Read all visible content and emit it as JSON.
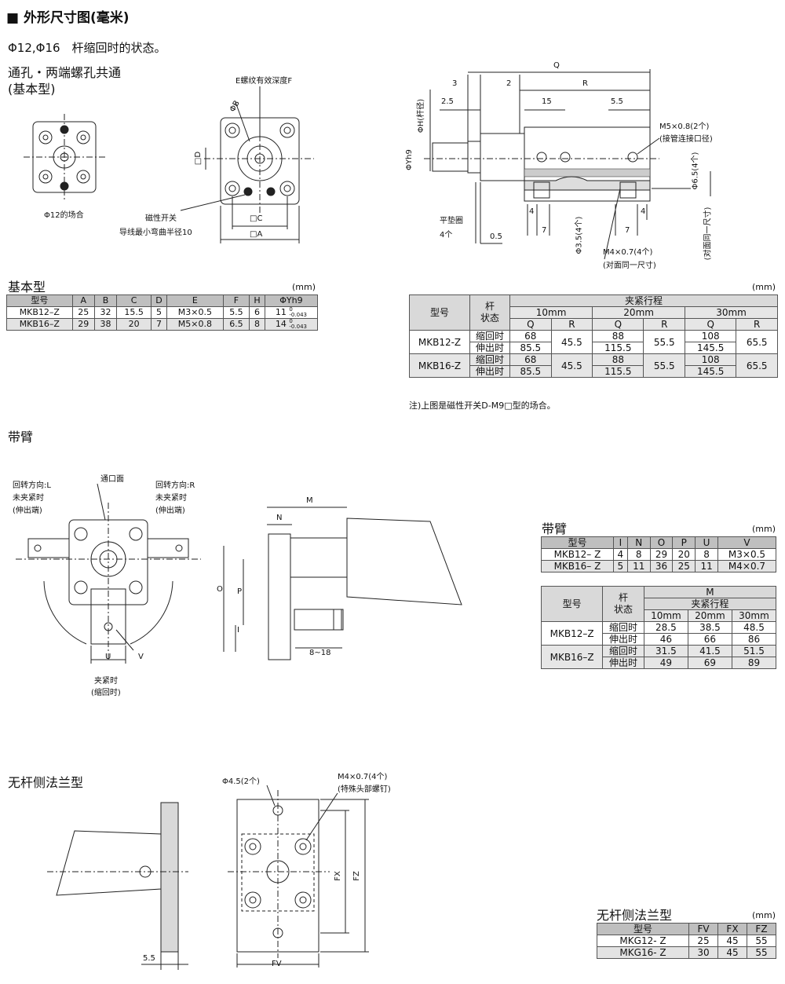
{
  "header": {
    "title": "■ 外形尺寸图(毫米)",
    "subtitle": "Φ12,Φ16　杆缩回时的状态。",
    "variant_line1": "通孔・两端螺孔共通",
    "variant_line2": "(基本型)"
  },
  "fig_basic": {
    "front_caption": "Φ12的场合",
    "lbl_E": "E螺纹有效深度F",
    "lbl_B": "ΦB",
    "lbl_D": "□D",
    "lbl_C": "□C",
    "lbl_A": "□A",
    "lbl_switch1": "磁性开关",
    "lbl_switch2": "导线最小弯曲半径10",
    "lbl_Q": "Q",
    "lbl_R": "R",
    "lbl_3": "3",
    "lbl_2": "2",
    "lbl_25": "2.5",
    "lbl_15": "15",
    "lbl_55": "5.5",
    "lbl_H": "ΦH(杆径)",
    "lbl_Yh9": "ΦYh9",
    "lbl_M5_1": "M5×0.8(2个)",
    "lbl_M5_2": "(接管连接口径)",
    "lbl_65": "Φ6.5(4个)",
    "lbl_side": "(对面同一尺寸)",
    "lbl_4a": "4",
    "lbl_4b": "4",
    "lbl_7a": "7",
    "lbl_7b": "7",
    "lbl_35": "Φ3.5(4个)",
    "lbl_M4_1": "M4×0.7(4个)",
    "lbl_M4_2": "(对面同一尺寸)",
    "lbl_washer1": "平垫圈",
    "lbl_washer2": "4个",
    "lbl_05": "0.5"
  },
  "basic_table": {
    "title": "基本型",
    "unit": "(mm)",
    "headers": [
      "型号",
      "A",
      "B",
      "C",
      "D",
      "E",
      "F",
      "H",
      "ΦYh9"
    ],
    "rows": [
      {
        "model": "MKB12–Z",
        "A": "25",
        "B": "32",
        "C": "15.5",
        "D": "5",
        "E": "M3×0.5",
        "F": "5.5",
        "H": "6",
        "Y": "11",
        "tol_up": "0",
        "tol_dn": "-0.043"
      },
      {
        "model": "MKB16–Z",
        "A": "29",
        "B": "38",
        "C": "20",
        "D": "7",
        "E": "M5×0.8",
        "F": "6.5",
        "H": "8",
        "Y": "14",
        "tol_up": "0",
        "tol_dn": "-0.043"
      }
    ]
  },
  "qr_table": {
    "unit": "(mm)",
    "h_model": "型号",
    "h_rod": "杆\n状态",
    "h_stroke": "夹紧行程",
    "strokes": [
      "10mm",
      "20mm",
      "30mm"
    ],
    "h_Q": "Q",
    "h_R": "R",
    "rows": [
      {
        "model": "MKB12-Z",
        "s1": "缩回时",
        "s2": "伸出时",
        "q": [
          [
            "68",
            "85.5"
          ],
          [
            "88",
            "115.5"
          ],
          [
            "108",
            "145.5"
          ]
        ],
        "r": [
          "45.5",
          "55.5",
          "65.5"
        ]
      },
      {
        "model": "MKB16-Z",
        "s1": "缩回时",
        "s2": "伸出时",
        "q": [
          [
            "68",
            "85.5"
          ],
          [
            "88",
            "115.5"
          ],
          [
            "108",
            "145.5"
          ]
        ],
        "r": [
          "45.5",
          "55.5",
          "65.5"
        ]
      }
    ],
    "note": "注)上图是磁性开关D-M9□型的场合。"
  },
  "arm_section": {
    "title": "带臂",
    "lbl_left1": "回转方向:L",
    "lbl_left2": "未夹紧时",
    "lbl_left3": "(伸出端)",
    "lbl_port": "通口面",
    "lbl_right1": "回转方向:R",
    "lbl_right2": "未夹紧时",
    "lbl_right3": "(伸出端)",
    "lbl_U": "U",
    "lbl_V": "V",
    "lbl_clamp1": "夹紧时",
    "lbl_clamp2": "(缩回时)",
    "lbl_M": "M",
    "lbl_N": "N",
    "lbl_O": "O",
    "lbl_P": "P",
    "lbl_I": "I",
    "lbl_818": "8~18"
  },
  "arm_table": {
    "title": "带臂",
    "unit": "(mm)",
    "headers": [
      "型号",
      "I",
      "N",
      "O",
      "P",
      "U",
      "V"
    ],
    "rows": [
      [
        "MKB12– Z",
        "4",
        "8",
        "29",
        "20",
        "8",
        "M3×0.5"
      ],
      [
        "MKB16– Z",
        "5",
        "11",
        "36",
        "25",
        "11",
        "M4×0.7"
      ]
    ]
  },
  "m_table": {
    "h_model": "型号",
    "h_rod": "杆\n状态",
    "h_M": "M",
    "h_stroke": "夹紧行程",
    "strokes": [
      "10mm",
      "20mm",
      "30mm"
    ],
    "rows": [
      {
        "model": "MKB12–Z",
        "s1": "缩回时",
        "v1": [
          "28.5",
          "38.5",
          "48.5"
        ],
        "s2": "伸出时",
        "v2": [
          "46",
          "66",
          "86"
        ]
      },
      {
        "model": "MKB16–Z",
        "s1": "缩回时",
        "v1": [
          "31.5",
          "41.5",
          "51.5"
        ],
        "s2": "伸出时",
        "v2": [
          "49",
          "69",
          "89"
        ]
      }
    ]
  },
  "flange_section": {
    "title": "无杆侧法兰型",
    "lbl_45": "Φ4.5(2个)",
    "lbl_M4_1": "M4×0.7(4个)",
    "lbl_M4_2": "(特殊头部螺钉)",
    "lbl_55": "5.5",
    "lbl_FV": "FV",
    "lbl_FX": "FX",
    "lbl_FZ": "FZ"
  },
  "flange_table": {
    "title": "无杆侧法兰型",
    "unit": "(mm)",
    "headers": [
      "型号",
      "FV",
      "FX",
      "FZ"
    ],
    "rows": [
      [
        "MKG12- Z",
        "25",
        "45",
        "55"
      ],
      [
        "MKG16- Z",
        "30",
        "45",
        "55"
      ]
    ]
  }
}
